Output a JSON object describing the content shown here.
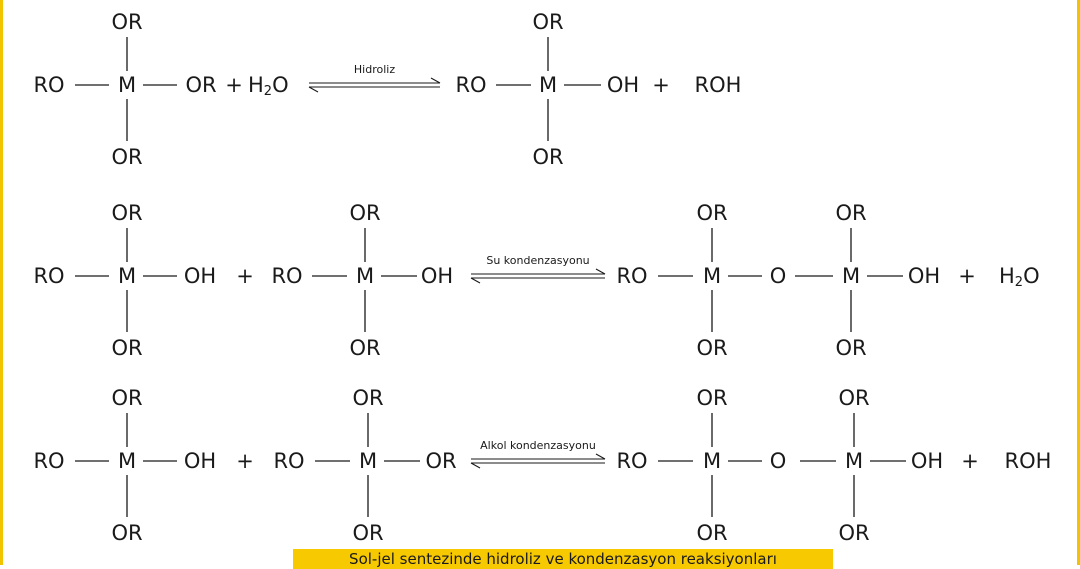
{
  "labels": {
    "or": "OR",
    "ro": "RO",
    "m": "M",
    "oh": "OH",
    "o": "O",
    "roh": "ROH",
    "plus": "+",
    "h": "H",
    "h2o_sub": "2",
    "h2o_o": "O"
  },
  "reactions": [
    {
      "arrow_label": "Hidroliz"
    },
    {
      "arrow_label": "Su kondenzasyonu"
    },
    {
      "arrow_label": "Alkol kondenzasyonu"
    }
  ],
  "caption": "Sol-jel sentezinde hidroliz ve kondenzasyon reaksiyonları",
  "colors": {
    "accent": "#f7c900",
    "border": "#f2c400",
    "ink": "#1a1a1a"
  }
}
